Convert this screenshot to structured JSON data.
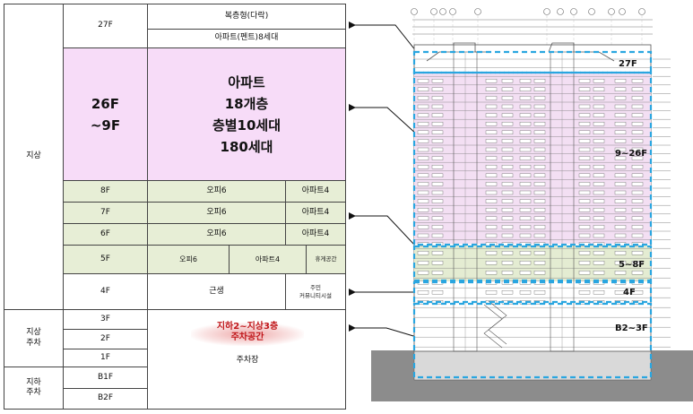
{
  "table": {
    "groups": {
      "above": "지상",
      "above_parking": "지상\n주차",
      "below_parking": "지하\n주차"
    },
    "floors": {
      "f27": "27F",
      "f26_9": "26F\n~9F",
      "f8": "8F",
      "f7": "7F",
      "f6": "6F",
      "f5": "5F",
      "f4": "4F",
      "f3": "3F",
      "f2": "2F",
      "f1": "1F",
      "b1": "B1F",
      "b2": "B2F"
    },
    "cells": {
      "duplex": "복층형(다락)",
      "penthouse": "아파트(펜트)8세대",
      "apt_main": "아파트\n18개층\n층별10세대\n180세대",
      "office6": "오피6",
      "apt4": "아파트4",
      "rest_space": "휴게공간",
      "retail": "근생",
      "community": "주민\n커뮤니티시설",
      "parking_note": "지하2~지상3층\n주차공간",
      "parking": "주차장"
    }
  },
  "drawing": {
    "zones": [
      {
        "key": "z27",
        "label": "27F"
      },
      {
        "key": "z9_26",
        "label": "9~26F"
      },
      {
        "key": "z5_8",
        "label": "5~8F"
      },
      {
        "key": "z4",
        "label": "4F"
      },
      {
        "key": "zb2_3",
        "label": "B2~3F"
      }
    ],
    "colors": {
      "dash": "#2aa6e0",
      "pink": "#f3dff3",
      "green": "#e4ecd2",
      "ground": "#8c8c8c",
      "line": "#555555"
    }
  }
}
